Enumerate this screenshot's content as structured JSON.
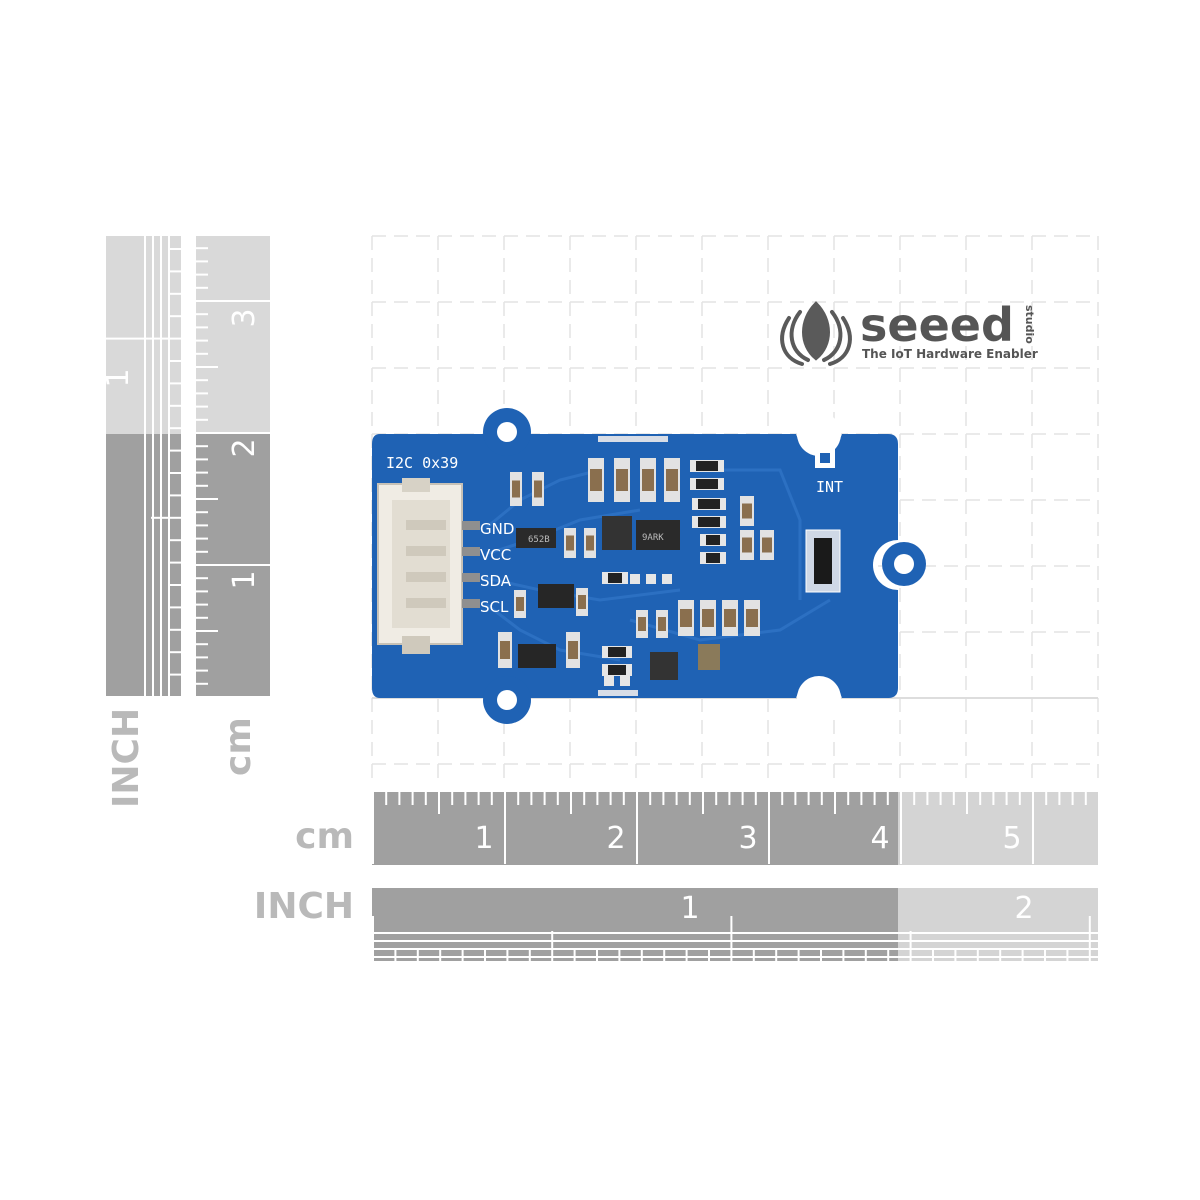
{
  "brand": {
    "name": "seeed",
    "sub": "studio",
    "tagline": "The IoT Hardware Enabler"
  },
  "board": {
    "silkscreen_title": "I2C  0x39",
    "int_label": "INT",
    "pins": [
      "GND",
      "VCC",
      "SDA",
      "SCL"
    ],
    "chip_marks": [
      "652B",
      "9ARK"
    ],
    "color": "#1f62b4"
  },
  "rulers": {
    "cm_word": "cm",
    "inch_word": "INCH",
    "cm_ticks": [
      "1",
      "2",
      "3",
      "4",
      "5"
    ],
    "inch_ticks": [
      "1",
      "2"
    ],
    "vertical_cm_ticks": [
      "1",
      "2",
      "3"
    ],
    "vertical_inch_ticks": [
      "1"
    ],
    "dark_color": "#a0a0a0",
    "light_color": "#d4d4d4"
  }
}
